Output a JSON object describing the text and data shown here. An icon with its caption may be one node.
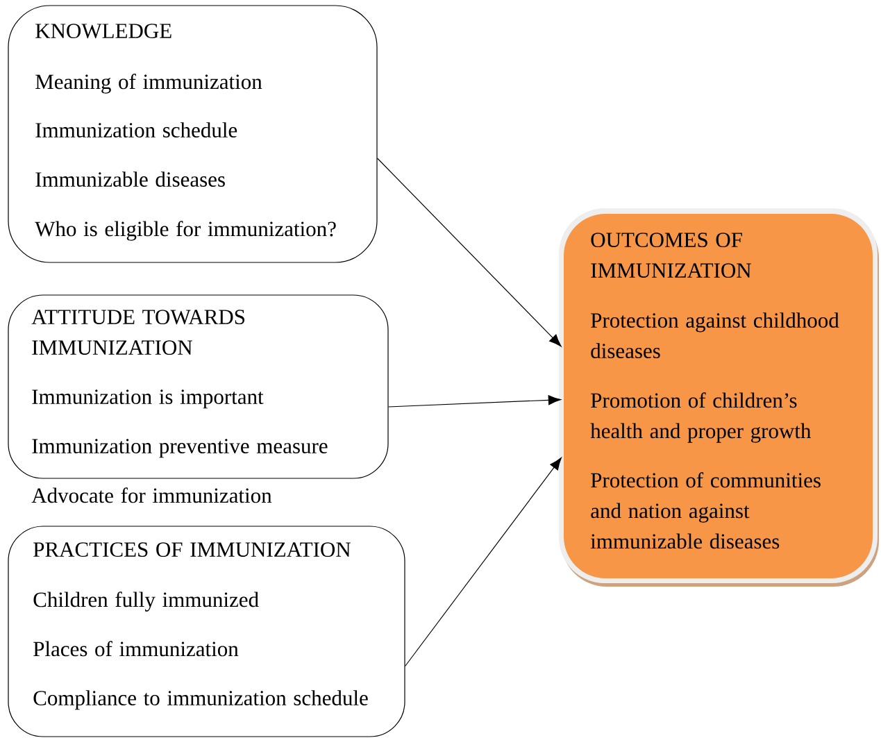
{
  "diagram": {
    "nodes": [
      {
        "text": [
          "KNOWLEDGE",
          "Meaning of immunization",
          "Immunization schedule",
          "Immunizable diseases",
          "Who is eligible for immunization?"
        ]
      },
      {
        "text": [
          "ATTITUDE TOWARDS IMMUNIZATION",
          "Immunization is important",
          "Immunization preventive measure"
        ],
        "beside": [
          "Advocate for immunization"
        ]
      },
      {
        "text": [
          "PRACTICES OF IMMUNIZATION",
          "Children fully immunized",
          "Places of immunization",
          "Compliance to immunization schedule"
        ]
      },
      {
        "text": [
          "OUTCOMES OF IMMUNIZATION",
          "Protection against childhood diseases",
          "Promotion of children’s health and proper growth",
          "Protection of communities and nation against immunizable diseases"
        ]
      }
    ],
    "edges": [
      {
        "from": 0,
        "to": 3,
        "arrow": "to"
      },
      {
        "from": 1,
        "to": 3,
        "arrow": "to"
      },
      {
        "from": 2,
        "to": 3,
        "arrow": "to"
      }
    ]
  }
}
